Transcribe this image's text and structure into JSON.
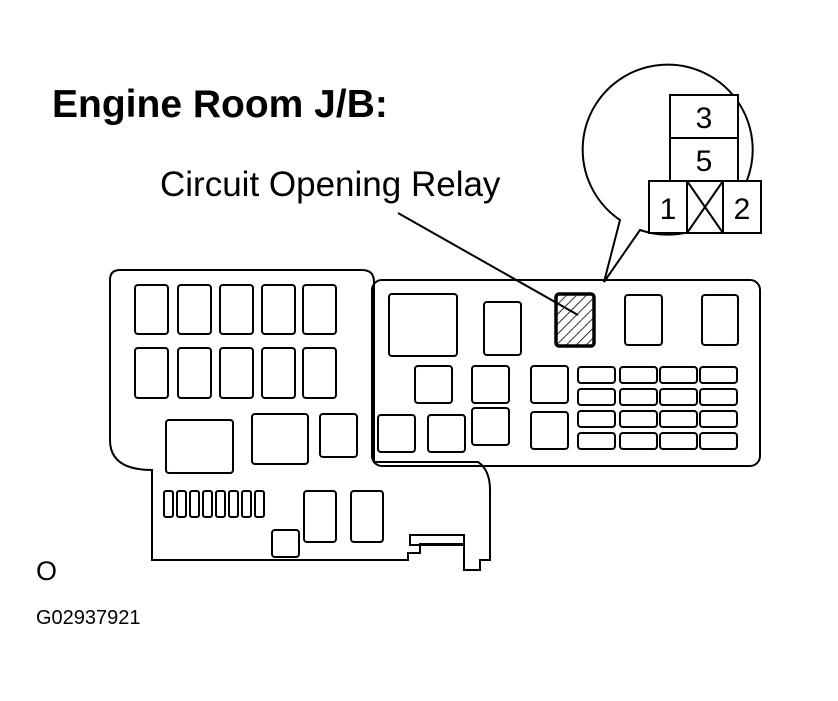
{
  "title": "Engine Room J/B:",
  "callout_label": "Circuit Opening Relay",
  "connector_pins": {
    "top": "3",
    "middle": "5",
    "left": "1",
    "right": "2"
  },
  "marker_label": "O",
  "figure_code": "G02937921",
  "highlight_fill": "hatched",
  "colors": {
    "line": "#000000",
    "background": "#ffffff"
  }
}
